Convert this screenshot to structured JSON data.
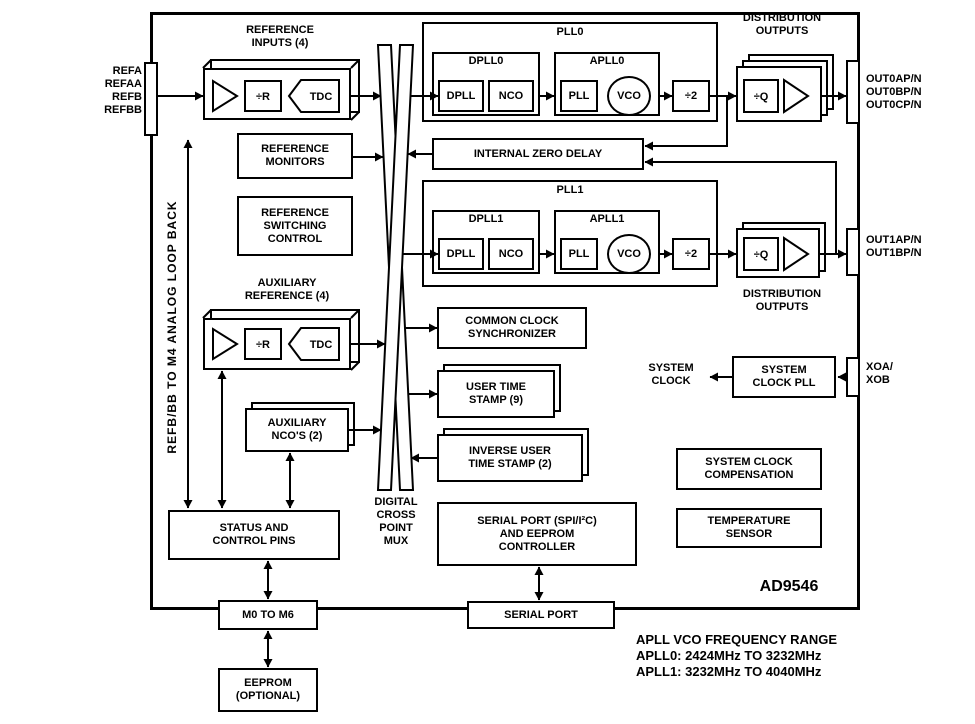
{
  "part_number": "AD9546",
  "pins": {
    "ref_inputs": [
      "REFA",
      "REFAA",
      "REFB",
      "REFBB"
    ],
    "out0": [
      "OUT0AP/N",
      "OUT0BP/N",
      "OUT0CP/N"
    ],
    "out1": [
      "OUT1AP/N",
      "OUT1BP/N"
    ],
    "xo": [
      "XOA/",
      "XOB"
    ]
  },
  "labels": {
    "reference_inputs": [
      "REFERENCE",
      "INPUTS (4)"
    ],
    "aux_reference": [
      "AUXILIARY",
      "REFERENCE (4)"
    ],
    "distribution_outputs": [
      "DISTRIBUTION",
      "OUTPUTS"
    ],
    "mux": [
      "DIGITAL",
      "CROSS",
      "POINT",
      "MUX"
    ],
    "system_clock": [
      "SYSTEM",
      "CLOCK"
    ],
    "loopback": "REFB/BB TO M4 ANALOG LOOP BACK"
  },
  "cells": {
    "divide_r": "÷R",
    "tdc": "TDC",
    "divide_q": "÷Q",
    "divide_2": "÷2"
  },
  "pll0": {
    "title": "PLL0",
    "dpll_group": "DPLL0",
    "dpll": "DPLL",
    "nco": "NCO",
    "apll_group": "APLL0",
    "pll": "PLL",
    "vco": "VCO"
  },
  "pll1": {
    "title": "PLL1",
    "dpll_group": "DPLL1",
    "dpll": "DPLL",
    "nco": "NCO",
    "apll_group": "APLL1",
    "pll": "PLL",
    "vco": "VCO"
  },
  "boxes": {
    "internal_zero_delay": "INTERNAL ZERO DELAY",
    "reference_monitors": [
      "REFERENCE",
      "MONITORS"
    ],
    "reference_switching_control": [
      "REFERENCE",
      "SWITCHING",
      "CONTROL"
    ],
    "common_clock_synchronizer": [
      "COMMON CLOCK",
      "SYNCHRONIZER"
    ],
    "user_time_stamp": [
      "USER TIME",
      "STAMP (9)"
    ],
    "inverse_user_time_stamp": [
      "INVERSE USER",
      "TIME STAMP (2)"
    ],
    "auxiliary_ncos": [
      "AUXILIARY",
      "NCO'S (2)"
    ],
    "system_clock_pll": [
      "SYSTEM",
      "CLOCK PLL"
    ],
    "system_clock_compensation": [
      "SYSTEM CLOCK",
      "COMPENSATION"
    ],
    "temperature_sensor": [
      "TEMPERATURE",
      "SENSOR"
    ],
    "status_and_control_pins": [
      "STATUS AND",
      "CONTROL PINS"
    ],
    "serial_port_controller": [
      "SERIAL PORT (SPI/I²C)",
      "AND EEPROM",
      "CONTROLLER"
    ],
    "m0_to_m6": "M0 TO M6",
    "serial_port": "SERIAL PORT",
    "eeprom": [
      "EEPROM",
      "(OPTIONAL)"
    ]
  },
  "footnote": [
    "APLL VCO FREQUENCY RANGE",
    "APLL0: 2424MHz TO 3232MHz",
    "APLL1: 3232MHz TO 4040MHz"
  ],
  "colors": {
    "line": "#000000",
    "background": "#ffffff"
  }
}
